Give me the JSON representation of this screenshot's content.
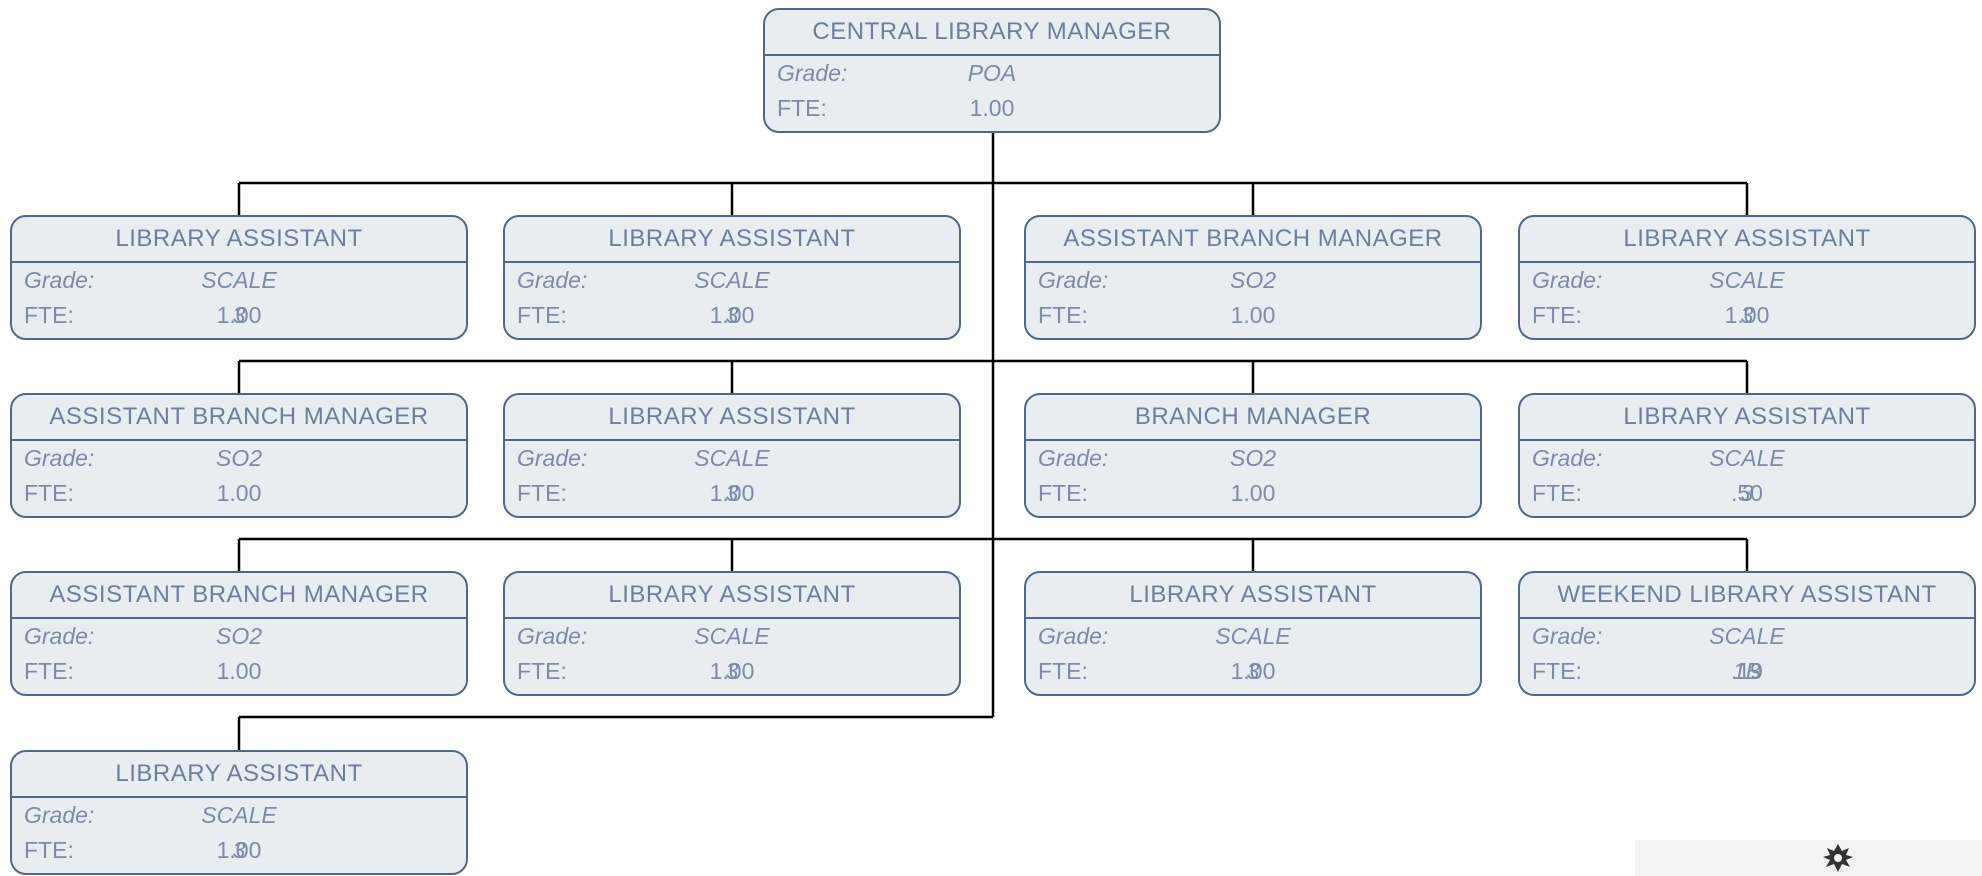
{
  "chart": {
    "grade_label": "Grade:",
    "fte_label": "FTE:",
    "nodes": [
      {
        "id": "root",
        "title": "CENTRAL LIBRARY MANAGER",
        "grade": "POA",
        "fte": "1.00"
      },
      {
        "id": "r1c1",
        "title": "LIBRARY ASSISTANT",
        "grade": "SCALE 3",
        "fte": "1.00"
      },
      {
        "id": "r1c2",
        "title": "LIBRARY ASSISTANT",
        "grade": "SCALE 3",
        "fte": "1.00"
      },
      {
        "id": "r1c3",
        "title": "ASSISTANT BRANCH MANAGER",
        "grade": "SO2",
        "fte": "1.00"
      },
      {
        "id": "r1c4",
        "title": "LIBRARY ASSISTANT",
        "grade": "SCALE 3",
        "fte": "1.00"
      },
      {
        "id": "r2c1",
        "title": "ASSISTANT BRANCH MANAGER",
        "grade": "SO2",
        "fte": "1.00"
      },
      {
        "id": "r2c2",
        "title": "LIBRARY ASSISTANT",
        "grade": "SCALE 3",
        "fte": "1.00"
      },
      {
        "id": "r2c3",
        "title": "BRANCH MANAGER",
        "grade": "SO2",
        "fte": "1.00"
      },
      {
        "id": "r2c4",
        "title": "LIBRARY ASSISTANT",
        "grade": "SCALE 3",
        "fte": ".50"
      },
      {
        "id": "r3c1",
        "title": "ASSISTANT BRANCH MANAGER",
        "grade": "SO2",
        "fte": "1.00"
      },
      {
        "id": "r3c2",
        "title": "LIBRARY ASSISTANT",
        "grade": "SCALE 3",
        "fte": "1.00"
      },
      {
        "id": "r3c3",
        "title": "LIBRARY ASSISTANT",
        "grade": "SCALE 3",
        "fte": "1.00"
      },
      {
        "id": "r3c4",
        "title": "WEEKEND LIBRARY ASSISTANT",
        "grade": "SCALE 1B",
        "fte": ".19"
      },
      {
        "id": "r4c1",
        "title": "LIBRARY ASSISTANT",
        "grade": "SCALE 3",
        "fte": "1.00"
      }
    ]
  },
  "colors": {
    "box_fill": "#e8edf1",
    "box_border": "#51678a",
    "text": "#7c8ca7",
    "connector": "#000000"
  },
  "logo": {
    "icon": "crest-icon"
  }
}
